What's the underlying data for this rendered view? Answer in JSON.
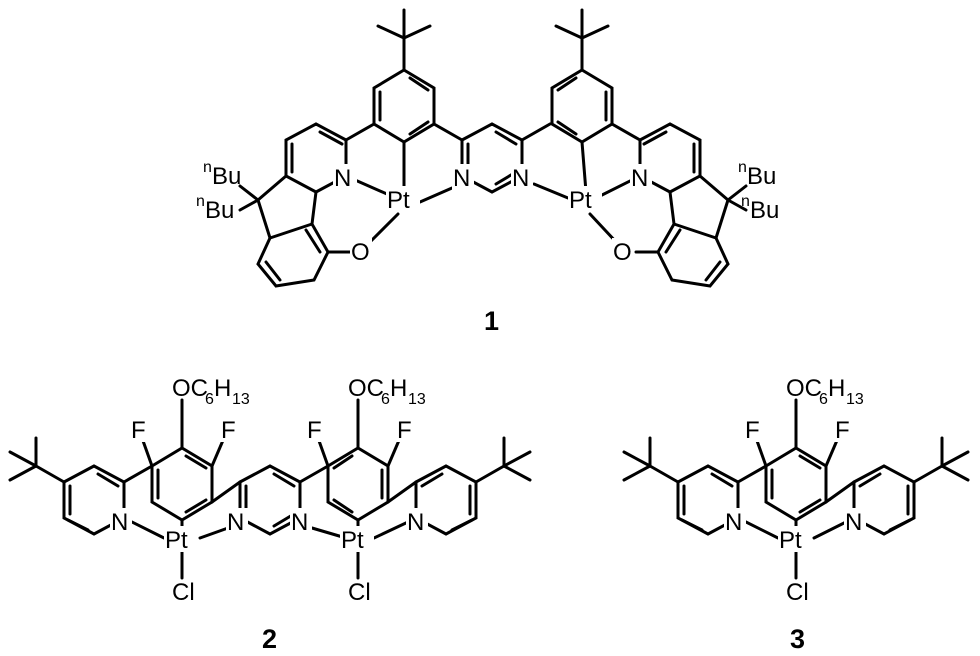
{
  "compounds": [
    {
      "label": "1"
    },
    {
      "label": "2"
    },
    {
      "label": "3"
    }
  ],
  "atoms": {
    "pt": "Pt",
    "n": "N",
    "o": "O",
    "f": "F",
    "cl": "Cl"
  },
  "substituents": {
    "nbu_prefix": "n",
    "nbu_main": "Bu",
    "ohex_o": "OC",
    "ohex_c_sub": "6",
    "ohex_h": "H",
    "ohex_h_sub": "13"
  }
}
